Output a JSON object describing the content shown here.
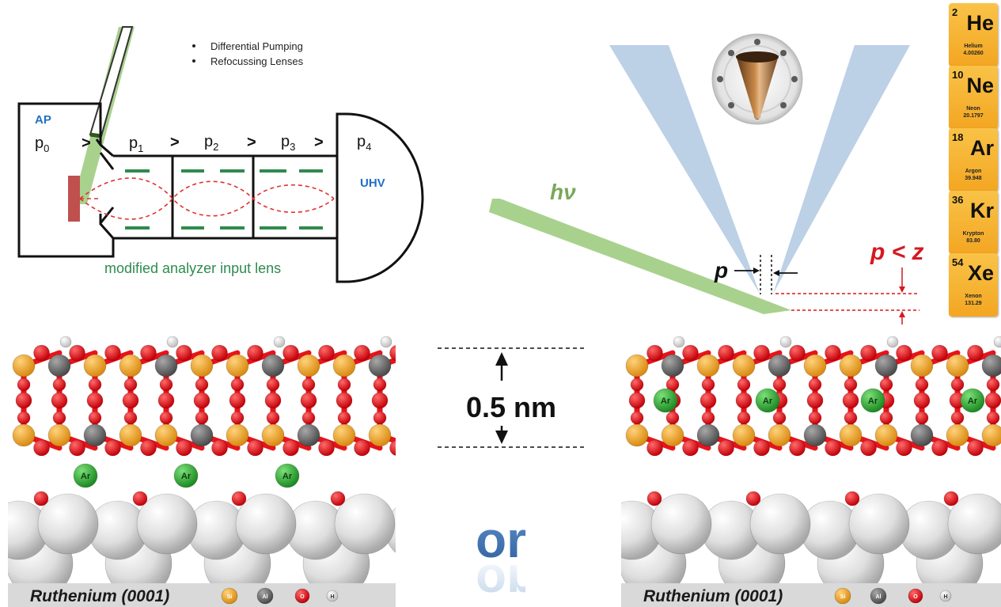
{
  "apparatus": {
    "bullets": [
      "Differential Pumping",
      "Refocussing Lenses"
    ],
    "ap_label": "AP",
    "uhv_label": "UHV",
    "pressures": [
      {
        "base": "p",
        "sub": "0"
      },
      {
        "base": "p",
        "sub": "1"
      },
      {
        "base": "p",
        "sub": "2"
      },
      {
        "base": "p",
        "sub": "3"
      },
      {
        "base": "p",
        "sub": "4"
      }
    ],
    "gt_symbol": ">",
    "lens_caption": "modified analyzer input lens"
  },
  "nozzle": {
    "photon_label": "hν",
    "p_label": "p",
    "condition_label": "p < z"
  },
  "elements": [
    {
      "number": "2",
      "symbol": "He",
      "name": "Helium",
      "mass": "4.00260"
    },
    {
      "number": "10",
      "symbol": "Ne",
      "name": "Neon",
      "mass": "20.1797"
    },
    {
      "number": "18",
      "symbol": "Ar",
      "name": "Argon",
      "mass": "39.948"
    },
    {
      "number": "36",
      "symbol": "Kr",
      "name": "Krypton",
      "mass": "83.80"
    },
    {
      "number": "54",
      "symbol": "Xe",
      "name": "Xenon",
      "mass": "131.29"
    }
  ],
  "structure": {
    "spacing_label": "0.5 nm",
    "or_label": "or",
    "ar_atom_label": "Ar",
    "substrate_left": "Ruthenium (0001)",
    "substrate_right": "Ruthenium (0001)",
    "legend": [
      {
        "symbol": "Si",
        "color": "#f0a020"
      },
      {
        "symbol": "Al",
        "color": "#6e6e6e"
      },
      {
        "symbol": "O",
        "color": "#e8131b"
      },
      {
        "symbol": "H",
        "color": "#f2f2f2"
      }
    ]
  },
  "colors": {
    "beam_green": "#a9d18e",
    "lens_green": "#2e8b4e",
    "label_blue": "#1f6fc5",
    "red_accent": "#d6181f",
    "cone_blue": "#bcd0e6",
    "sample_red": "#c0504d"
  }
}
